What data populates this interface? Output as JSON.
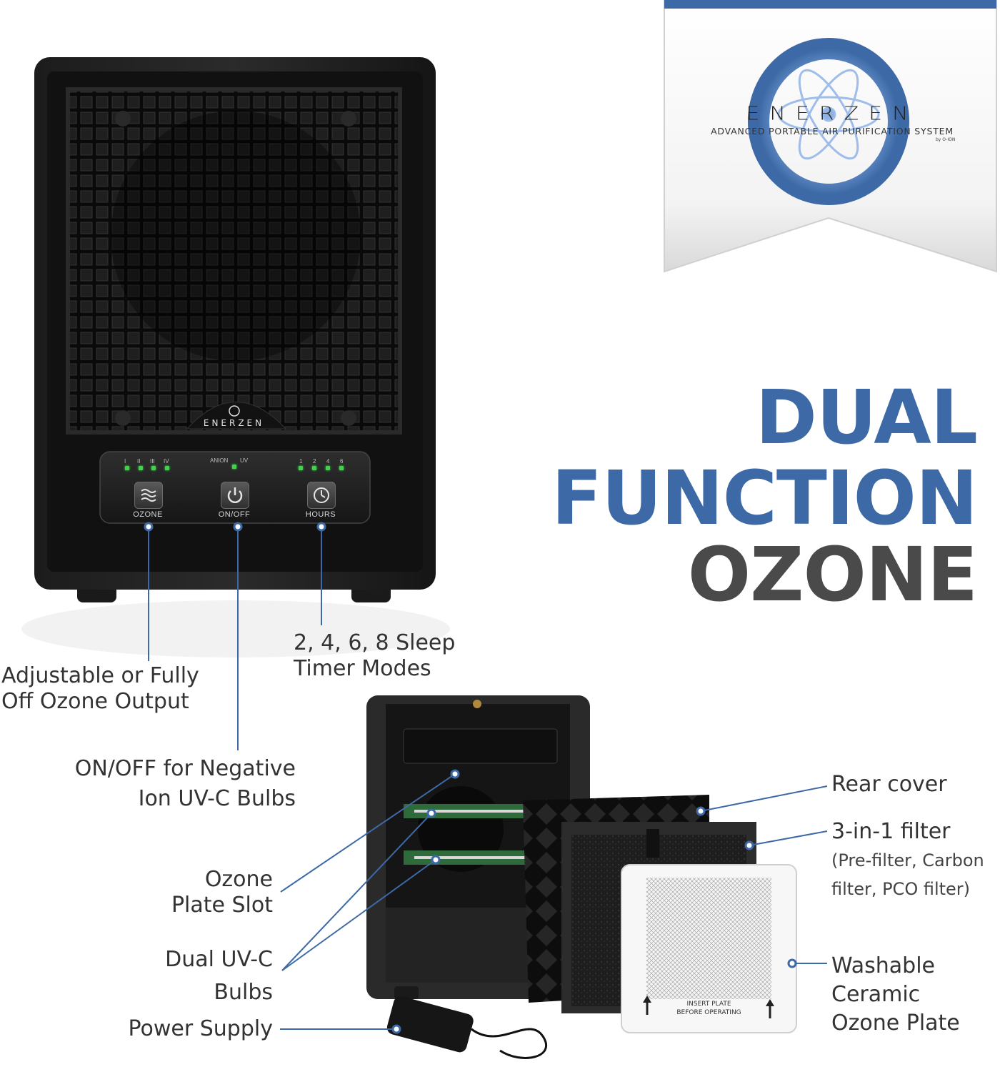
{
  "brand": {
    "logo_word": "ENERZEN",
    "tagline": "ADVANCED PORTABLE AIR PURIFICATION SYSTEM",
    "byline": "by O-ION",
    "unit_logo": "ENERZEN"
  },
  "headline": {
    "line1": "DUAL",
    "line2": "FUNCTION",
    "line3": "OZONE"
  },
  "control_panel": {
    "ozone_levels": [
      "I",
      "II",
      "III",
      "IV"
    ],
    "anion_label": "ANION",
    "uv_label": "UV",
    "timer_levels": [
      "1",
      "2",
      "4",
      "6"
    ],
    "buttons": [
      {
        "label": "OZONE",
        "icon": "wave-icon"
      },
      {
        "label": "ON/OFF",
        "icon": "power-icon"
      },
      {
        "label": "HOURS",
        "icon": "clock-icon"
      }
    ]
  },
  "callouts": {
    "ozone_output": [
      "Adjustable or Fully",
      "Off Ozone Output"
    ],
    "sleep_timer": [
      "2, 4, 6, 8 Sleep",
      "Timer Modes"
    ],
    "ion_uv": [
      "ON/OFF for Negative",
      "Ion UV-C Bulbs"
    ],
    "ozone_plate_slot": [
      "Ozone",
      "Plate Slot"
    ],
    "dual_uvc": [
      "Dual UV-C",
      "Bulbs"
    ],
    "power_supply": "Power Supply",
    "rear_cover": "Rear cover",
    "filter": {
      "title": "3-in-1 filter",
      "detail": [
        "(Pre-filter, Carbon",
        "filter, PCO filter)"
      ]
    },
    "ceramic_plate": [
      "Washable",
      "Ceramic",
      "Ozone Plate"
    ]
  },
  "plate_text": [
    "INSERT PLATE",
    "BEFORE OPERATING"
  ],
  "colors": {
    "accent_blue": "#3d6aa6",
    "headline_gray": "#4a4a4a",
    "led_green": "#41d34a",
    "callout_line": "#3d6aa6"
  }
}
